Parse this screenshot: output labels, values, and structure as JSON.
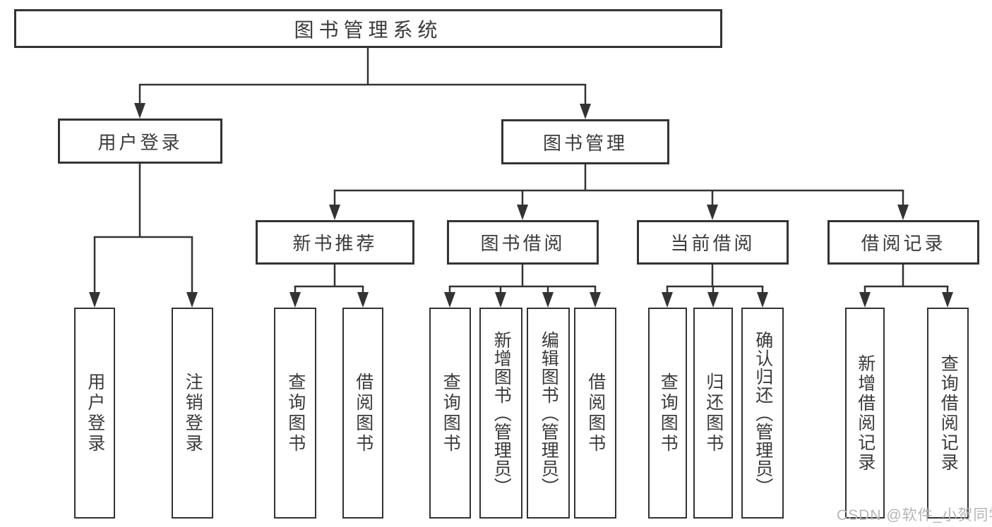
{
  "diagram": {
    "title": "图书管理系统",
    "nodes": {
      "root": "图书管理系统",
      "user_login": "用户登录",
      "book_mgmt": "图书管理",
      "new_book": "新书推荐",
      "book_borrow": "图书借阅",
      "current_borrow": "当前借阅",
      "borrow_records": "借阅记录",
      "leaf_user_login": "用户登录",
      "leaf_logout": "注销登录",
      "leaf_nb_query": "查询图书",
      "leaf_nb_borrow": "借阅图书",
      "leaf_bw_query": "查询图书",
      "leaf_bw_add": "新增图书（管理员）",
      "leaf_bw_edit": "编辑图书（管理员）",
      "leaf_bw_borrow": "借阅图书",
      "leaf_cur_query": "查询图书",
      "leaf_cur_return": "归还图书",
      "leaf_cur_confirm": "确认归还（管理员）",
      "leaf_rec_add": "新增借阅记录",
      "leaf_rec_query": "查询借阅记录"
    },
    "watermark": "CSDN @软件_小贺同学",
    "colors": {
      "line": "#333333",
      "text": "#3a3a3a",
      "watermark": "#b5b5b5",
      "background": "#ffffff"
    }
  }
}
